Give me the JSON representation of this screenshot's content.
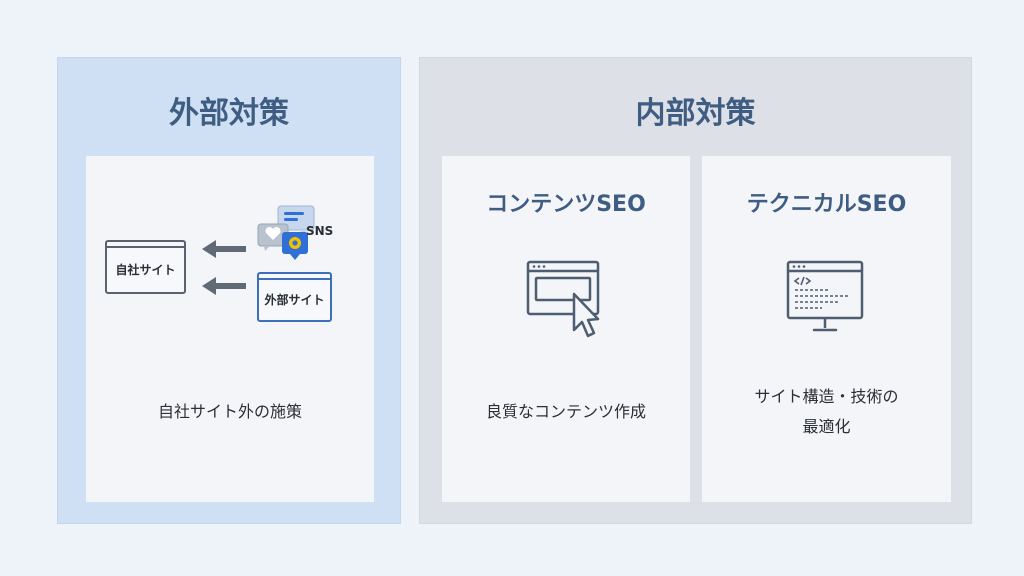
{
  "external": {
    "title": "外部対策",
    "own_site_label": "自社サイト",
    "sns_label": "SNS",
    "external_site_label": "外部サイト",
    "description": "自社サイト外の施策"
  },
  "internal": {
    "title": "内部対策",
    "content_seo": {
      "title": "コンテンツSEO",
      "description": "良質なコンテンツ作成"
    },
    "technical_seo": {
      "title": "テクニカルSEO",
      "description_line1": "サイト構造・技術の",
      "description_line2": "最適化"
    }
  },
  "colors": {
    "title": "#3f5d82",
    "external_bg": "#cfe0f4",
    "internal_bg": "#dde1e7",
    "card_bg": "#f3f5f8",
    "accent_blue": "#2f6fd6",
    "icon_stroke": "#4e5d70"
  },
  "icons": [
    "arrow-left-icon",
    "chat-bubble-icon",
    "heart-icon",
    "location-pin-icon",
    "browser-cursor-icon",
    "code-monitor-icon"
  ]
}
